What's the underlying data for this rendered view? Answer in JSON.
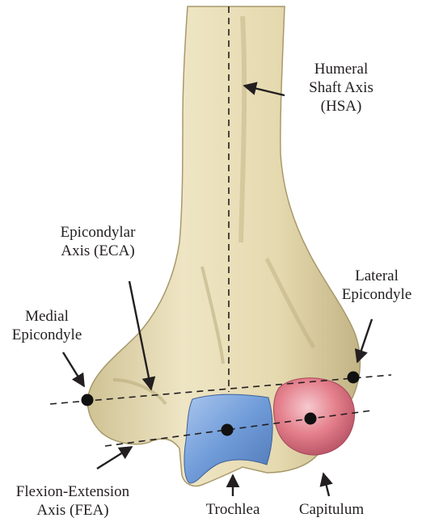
{
  "labels": {
    "hsa": [
      "Humeral",
      "Shaft Axis",
      "(HSA)"
    ],
    "eca": [
      "Epicondylar",
      "Axis (ECA)"
    ],
    "lateral": [
      "Lateral",
      "Epicondyle"
    ],
    "medial": [
      "Medial",
      "Epicondyle"
    ],
    "fea": [
      "Flexion-Extension",
      "Axis (FEA)"
    ],
    "trochlea": "Trochlea",
    "capitulum": "Capitulum"
  },
  "colors": {
    "bone": "#e8ddb5",
    "bone_shadow": "#b9aa7a",
    "trochlea": "#6f9bd8",
    "capitulum": "#e07a86",
    "ink": "#231f20"
  },
  "icons": {
    "landmark": "filled-circle",
    "pointer": "arrow"
  }
}
